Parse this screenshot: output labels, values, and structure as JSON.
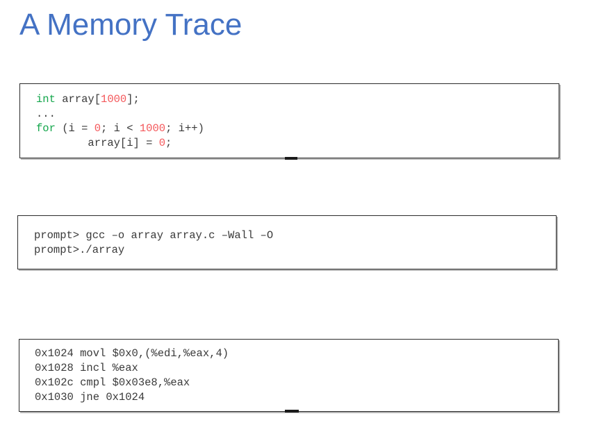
{
  "slide": {
    "title": "A Memory Trace",
    "title_color": "#4472C4",
    "background_color": "#FFFFFF"
  },
  "syntax_colors": {
    "keyword": "#13A64B",
    "number": "#F4575A",
    "plain": "#3A3A3A",
    "box_border": "#2B2B2B"
  },
  "code_blocks": [
    {
      "name": "c-source",
      "language": "c",
      "lines": [
        {
          "tokens": [
            {
              "text": "int",
              "type": "keyword"
            },
            {
              "text": " array[",
              "type": "plain"
            },
            {
              "text": "1000",
              "type": "number"
            },
            {
              "text": "];",
              "type": "plain"
            }
          ]
        },
        {
          "tokens": [
            {
              "text": "...",
              "type": "plain"
            }
          ]
        },
        {
          "tokens": [
            {
              "text": "for",
              "type": "keyword"
            },
            {
              "text": " (i = ",
              "type": "plain"
            },
            {
              "text": "0",
              "type": "number"
            },
            {
              "text": "; i < ",
              "type": "plain"
            },
            {
              "text": "1000",
              "type": "number"
            },
            {
              "text": "; i++)",
              "type": "plain"
            }
          ]
        },
        {
          "tokens": [
            {
              "text": "        array[i] = ",
              "type": "plain"
            },
            {
              "text": "0",
              "type": "number"
            },
            {
              "text": ";",
              "type": "plain"
            }
          ]
        }
      ]
    },
    {
      "name": "shell-session",
      "language": "shell",
      "lines": [
        {
          "tokens": [
            {
              "text": "prompt> gcc –o array array.c –Wall –O",
              "type": "plain"
            }
          ]
        },
        {
          "tokens": [
            {
              "text": "prompt>./array",
              "type": "plain"
            }
          ]
        }
      ]
    },
    {
      "name": "assembly-trace",
      "language": "x86-assembly",
      "lines": [
        {
          "tokens": [
            {
              "text": "0x1024 movl $0x0,(%edi,%eax,4)",
              "type": "plain"
            }
          ]
        },
        {
          "tokens": [
            {
              "text": "0x1028 incl %eax",
              "type": "plain"
            }
          ]
        },
        {
          "tokens": [
            {
              "text": "0x102c cmpl $0x03e8,%eax",
              "type": "plain"
            }
          ]
        },
        {
          "tokens": [
            {
              "text": "0x1030 jne 0x1024",
              "type": "plain"
            }
          ]
        }
      ]
    }
  ]
}
